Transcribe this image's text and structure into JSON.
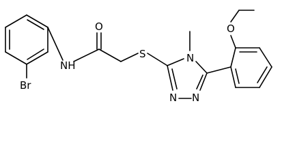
{
  "molecule": {
    "atom_labels": {
      "carbonyl_oxygen": "O",
      "amide_nitrogen": "NH",
      "bromine": "Br",
      "sulfur": "S",
      "ring_nitrogen_methyl": "N",
      "ring_nitrogen_lower_left": "N",
      "ring_nitrogen_lower_right": "N",
      "methoxy_oxygen": "O"
    }
  },
  "colors": {
    "bond": "#000000",
    "label": "#000000",
    "background": "#ffffff"
  }
}
